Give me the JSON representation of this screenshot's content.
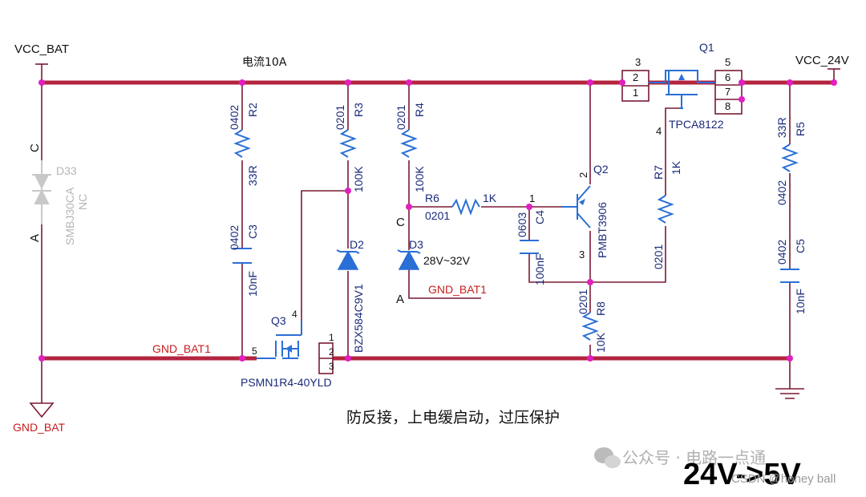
{
  "nets": {
    "vcc_bat": "VCC_BAT",
    "vcc_24v": "VCC_24V",
    "gnd_bat_bottom": "GND_BAT",
    "gnd_bat1_rail": "GND_BAT1",
    "gnd_bat1_d3": "GND_BAT1"
  },
  "annotations": {
    "current": "电流10A",
    "caption": "防反接，上电缓启动，过压保护",
    "title_overlay": "24V->5V",
    "watermark_wechat": "公众号 · 电路一点通",
    "watermark_csdn": "CSDN @honey ball"
  },
  "components": {
    "d33": {
      "ref": "D33",
      "part": "SMBJ30CA",
      "nc": "NC",
      "pin_c": "C",
      "pin_a": "A"
    },
    "r2": {
      "ref": "R2",
      "pkg": "0402",
      "value": "33R"
    },
    "c3": {
      "ref": "C3",
      "pkg": "0402",
      "value": "10nF"
    },
    "r3": {
      "ref": "R3",
      "pkg": "0201",
      "value": "100K"
    },
    "d2": {
      "ref": "D2",
      "part": "BZX584C9V1"
    },
    "r4": {
      "ref": "R4",
      "pkg": "0201",
      "value": "100K"
    },
    "d3": {
      "ref": "D3",
      "range": "28V~32V",
      "pin_c": "C",
      "pin_a": "A"
    },
    "r6": {
      "ref": "R6",
      "pkg": "0201",
      "value": "1K",
      "pin": "1"
    },
    "c4": {
      "ref": "C4",
      "pkg": "0603",
      "value": "100nF"
    },
    "q2": {
      "ref": "Q2",
      "part": "PMBT3906",
      "pin2": "2",
      "pin3": "3"
    },
    "r7": {
      "ref": "R7",
      "pkg": "0201",
      "value": "1K"
    },
    "r8": {
      "ref": "R8",
      "pkg": "0201",
      "value": "10K"
    },
    "q1": {
      "ref": "Q1",
      "part": "TPCA8122",
      "pins": [
        "3",
        "2",
        "1",
        "5",
        "6",
        "7",
        "8",
        "4"
      ]
    },
    "r5": {
      "ref": "R5",
      "pkg": "0402",
      "value": "33R"
    },
    "c5": {
      "ref": "C5",
      "pkg": "0402",
      "value": "10nF"
    },
    "q3": {
      "ref": "Q3",
      "part": "PSMN1R4-40YLD",
      "pins": [
        "4",
        "5",
        "1",
        "2",
        "3"
      ]
    }
  }
}
